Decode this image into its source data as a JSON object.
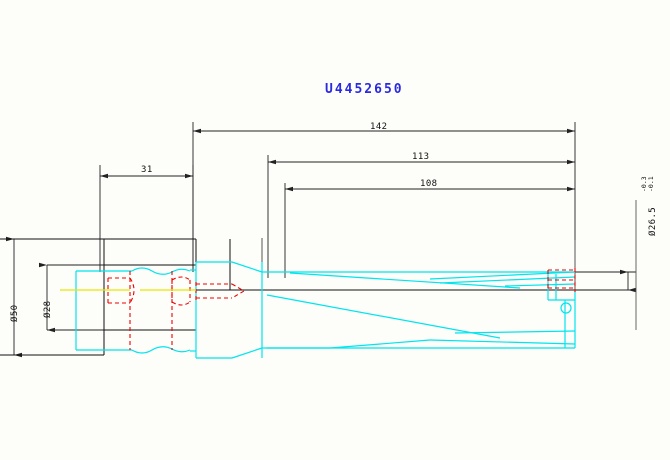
{
  "drawing": {
    "title": "U4452650",
    "title_color": "#2a2ae0",
    "part_type": "indexable-insert-u-drill",
    "colors": {
      "body": "#00e5ee",
      "hidden": "#ee0000",
      "centerline": "#e8e800",
      "dimension": "#222222",
      "title": "#2a2ae0",
      "background": "#fdfdfa"
    },
    "dimensions": {
      "overall_length": "142",
      "length_113": "113",
      "length_108": "108",
      "shank_length": "31",
      "shank_flange_dia": "Ø50",
      "shank_dia": "Ø28",
      "drill_dia": "Ø26.5",
      "drill_dia_tol_upper": "-0.3",
      "drill_dia_tol_lower": "-0.1"
    },
    "labels": {
      "overall_length_label": "142",
      "length_113_label": "113",
      "length_108_label": "108",
      "shank_length_label": "31",
      "dia50_label": "Ø50",
      "dia28_label": "Ø28",
      "dia265_label": "Ø26.5"
    }
  }
}
